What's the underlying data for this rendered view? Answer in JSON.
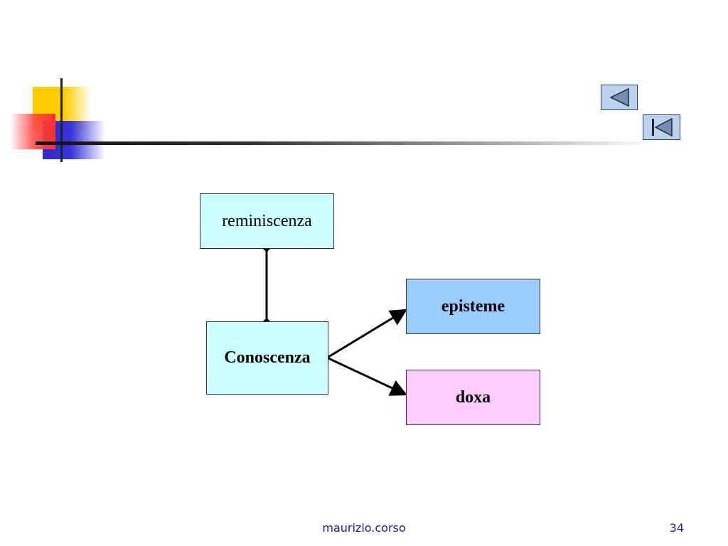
{
  "slide": {
    "nav": {
      "prev_icon": "triangle-left-icon",
      "first_icon": "skip-to-first-icon",
      "color": "#bcd3f0"
    },
    "diagram": {
      "nodes": {
        "reminiscenza": "reminiscenza",
        "conoscenza": "Conoscenza",
        "episteme": "episteme",
        "doxa": "doxa"
      },
      "colors": {
        "light_cyan": "#ccffff",
        "light_blue": "#99ccff",
        "light_pink": "#ffccff"
      }
    },
    "footer": {
      "author": "maurizio.corso",
      "page_number": "34"
    }
  }
}
